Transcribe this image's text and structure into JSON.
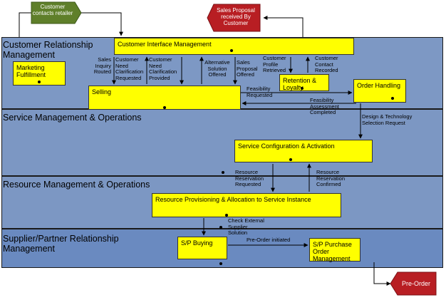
{
  "colors": {
    "band_crm": "#7d98c4",
    "band_smo": "#7c97c3",
    "band_rmo": "#7c97c3",
    "band_spr": "#6a8ac0",
    "process_box": "#ffff00",
    "input_flag": "#5f7f2a",
    "output_flag": "#b81e23"
  },
  "bands": {
    "crm": "Customer Relationship Management",
    "smo": "Service Management & Operations",
    "rmo": "Resource Management & Operations",
    "spr": "Supplier/Partner Relationship Management"
  },
  "processes": {
    "customer_interface": "Customer Interface Management",
    "marketing": "Marketing Fulfillment",
    "selling": "Selling",
    "retention": "Retention & Loyalty",
    "order_handling": "Order Handling",
    "service_config": "Service Configuration & Activation",
    "resource_provisioning": "Resource Provisioning & Allocation to Service Instance",
    "sp_buying": "S/P Buying",
    "sp_purchase": "S/P Purchase Order Management"
  },
  "flags": {
    "customer_contacts": "Customer contacts retailer",
    "sales_proposal": "Sales Proposal received By Customer",
    "pre_order": "Pre-Order"
  },
  "flows": {
    "sales_inquiry": "Sales Inquiry Routed",
    "need_requested": "Customer Need Clarification Requested",
    "need_provided": "Customer Need Clarification Provided",
    "alternative_solution": "Alternative Solution Offered",
    "sales_proposal_offered": "Sales Proposal Offered",
    "profile_retrieved": "Customer Profile Retrieved",
    "contact_recorded": "Customer Contact Recorded",
    "feasibility_requested": "Feasibility Requested",
    "feasibility_completed": "Feasibility Assessment Completed",
    "design_tech": "Design & Technology Selection Request",
    "resource_requested": "Resource Reservation Requested",
    "resource_confirmed": "Resource Reservation Confirmed",
    "check_supplier": "Check External Supplier Solution",
    "pre_order_initiated": "Pre-Order initiated"
  }
}
